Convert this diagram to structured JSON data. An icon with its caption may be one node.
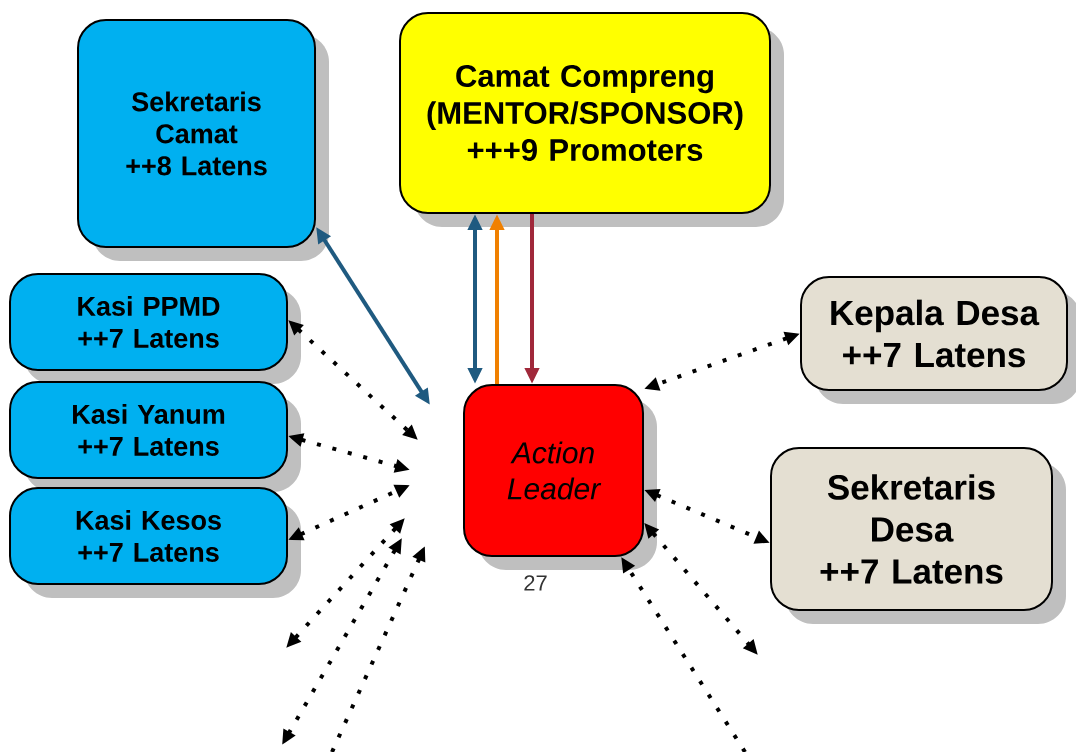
{
  "diagram": {
    "nodes": [
      {
        "text": [
          "Sekretaris Camat",
          "++8 Latens"
        ]
      },
      {
        "text": [
          "Camat Compreng (MENTOR/SPONSOR)",
          "+++9 Promoters"
        ]
      },
      {
        "text": [
          "Kasi PPMD",
          "++7 Latens"
        ]
      },
      {
        "text": [
          "Kasi Yanum",
          "++7 Latens"
        ]
      },
      {
        "text": [
          "Kasi Kesos",
          "++7 Latens"
        ]
      },
      {
        "text": [
          "Action Leader"
        ],
        "beside": [
          "27"
        ]
      },
      {
        "text": [
          "Kepala Desa",
          "++7 Latens"
        ]
      },
      {
        "text": [
          "Sekretaris Desa",
          "++7 Latens"
        ]
      }
    ],
    "edges": [
      {
        "from": 0,
        "to": null,
        "arrow": "both",
        "color": "#1f5a80"
      },
      {
        "from": 1,
        "to": 5,
        "arrow": "both",
        "color": "#1f5a80"
      },
      {
        "from": 5,
        "to": 1,
        "arrow": "to",
        "color": "#f08000"
      },
      {
        "from": 1,
        "to": 5,
        "arrow": "to",
        "color": "#a0283a"
      },
      {
        "from": 2,
        "to": null,
        "arrow": "both",
        "style": "dashed"
      },
      {
        "from": 3,
        "to": null,
        "arrow": "both",
        "style": "dashed"
      },
      {
        "from": 4,
        "to": null,
        "arrow": "both",
        "style": "dashed"
      },
      {
        "from": 6,
        "to": 5,
        "arrow": "both",
        "style": "dashed"
      },
      {
        "from": 5,
        "to": 7,
        "arrow": "both",
        "style": "dashed"
      },
      {
        "from": 5,
        "to": null,
        "arrow": "both",
        "style": "dashed"
      },
      {
        "from": null,
        "to": 5,
        "arrow": "to",
        "style": "dashed"
      }
    ]
  }
}
